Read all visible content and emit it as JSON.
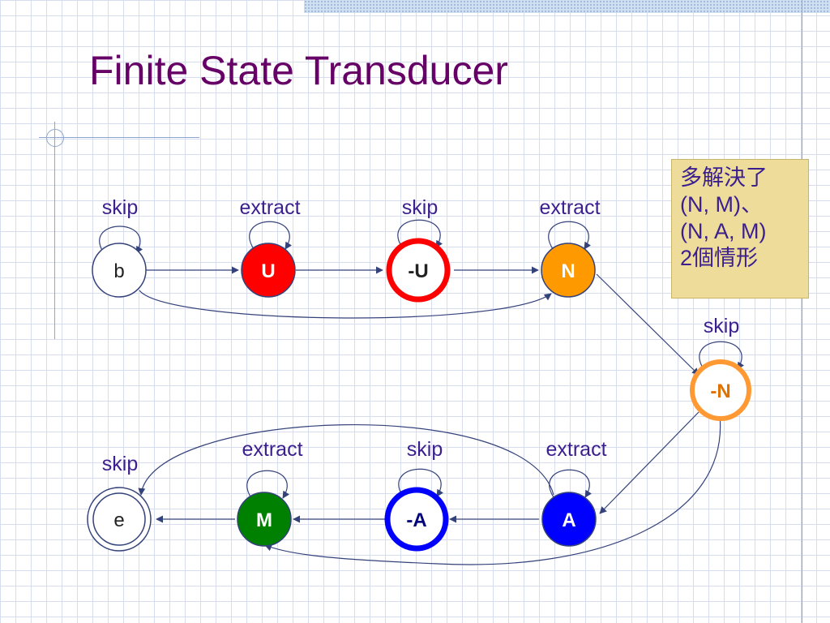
{
  "slide": {
    "title": "Finite State Transducer"
  },
  "note": {
    "lines": [
      "多解決了",
      "(N, M)、",
      "(N, A, M)",
      "2個情形"
    ]
  },
  "colors": {
    "title": "#660066",
    "label": "#3b1f8f",
    "edge": "#34427a",
    "red": "#ff0000",
    "orange": "#ff9900",
    "green": "#008000",
    "blue": "#0000ff",
    "note_bg": "#eedc9a"
  },
  "states": {
    "b": {
      "label": "b"
    },
    "U": {
      "label": "U"
    },
    "nU": {
      "label": "-U"
    },
    "N": {
      "label": "N"
    },
    "nN": {
      "label": "-N"
    },
    "A": {
      "label": "A"
    },
    "nA": {
      "label": "-A"
    },
    "M": {
      "label": "M"
    },
    "e": {
      "label": "e"
    }
  },
  "loop_labels": {
    "b": "skip",
    "U": "extract",
    "nU": "skip",
    "N": "extract",
    "nN": "skip",
    "A": "extract",
    "nA": "skip",
    "M": "extract",
    "e": "skip"
  }
}
